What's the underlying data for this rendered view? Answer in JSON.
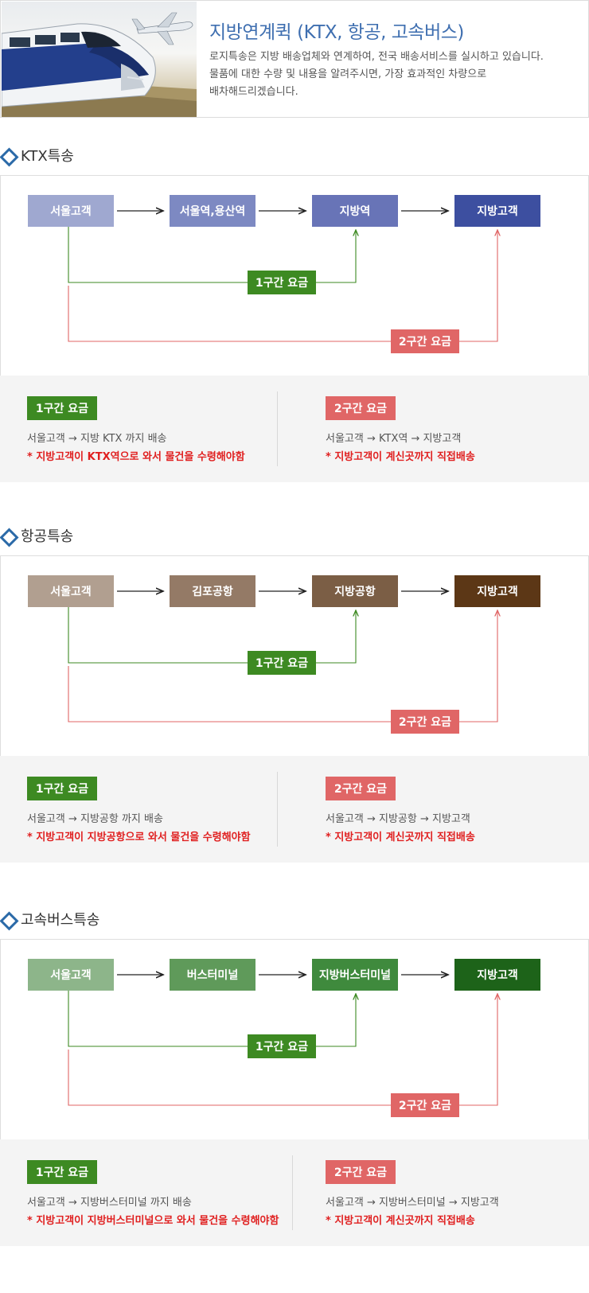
{
  "header": {
    "title": "지방연계퀵 (KTX, 항공, 고속버스)",
    "desc": [
      "로지특송은 지방 배송업체와 연계하여, 전국 배송서비스를 실시하고 있습니다.",
      "물품에 대한 수량 및 내용을 알려주시면, 가장 효과적인 차량으로",
      "배차해드리겠습니다."
    ]
  },
  "sections": [
    {
      "title": "KTX특송",
      "nodes": [
        "서울고객",
        "서울역,용산역",
        "지방역",
        "지방고객"
      ],
      "node_colors": [
        "#9fa8d0",
        "#7d89c2",
        "#6874b7",
        "#3d4fa0"
      ],
      "seg1": "1구간 요금",
      "seg2": "2구간 요금",
      "fare1": {
        "label": "1구간 요금",
        "line": "서울고객 → 지방 KTX 까지 배송",
        "note": "* 지방고객이 KTX역으로 와서 물건을 수령해야함"
      },
      "fare2": {
        "label": "2구간 요금",
        "line": "서울고객 → KTX역 → 지방고객",
        "note": "* 지방고객이 계신곳까지 직접배송"
      }
    },
    {
      "title": "항공특송",
      "nodes": [
        "서울고객",
        "김포공항",
        "지방공항",
        "지방고객"
      ],
      "node_colors": [
        "#b19f90",
        "#947a66",
        "#7b5e45",
        "#5c3716"
      ],
      "seg1": "1구간 요금",
      "seg2": "2구간 요금",
      "fare1": {
        "label": "1구간 요금",
        "line": "서울고객 → 지방공항 까지 배송",
        "note": "* 지방고객이 지방공항으로 와서 물건을 수령해야함"
      },
      "fare2": {
        "label": "2구간 요금",
        "line": "서울고객 → 지방공항 → 지방고객",
        "note": "* 지방고객이 계신곳까지 직접배송"
      }
    },
    {
      "title": "고속버스특송",
      "nodes": [
        "서울고객",
        "버스터미널",
        "지방버스터미널",
        "지방고객"
      ],
      "node_colors": [
        "#8db58a",
        "#5f9a5a",
        "#3f8a3d",
        "#1d6319"
      ],
      "seg1": "1구간 요금",
      "seg2": "2구간 요금",
      "fare1": {
        "label": "1구간 요금",
        "line": "서울고객 → 지방버스터미널 까지 배송",
        "note": "* 지방고객이 지방버스터미널으로 와서 물건을 수령해야함"
      },
      "fare2": {
        "label": "2구간 요금",
        "line": "서울고객 → 지방버스터미널 → 지방고객",
        "note": "* 지방고객이 계신곳까지 직접배송"
      }
    }
  ],
  "colors": {
    "green": "#3d8a22",
    "red": "#e06666",
    "accent": "#2b6aa8",
    "title_blue": "#3f6fb0"
  }
}
